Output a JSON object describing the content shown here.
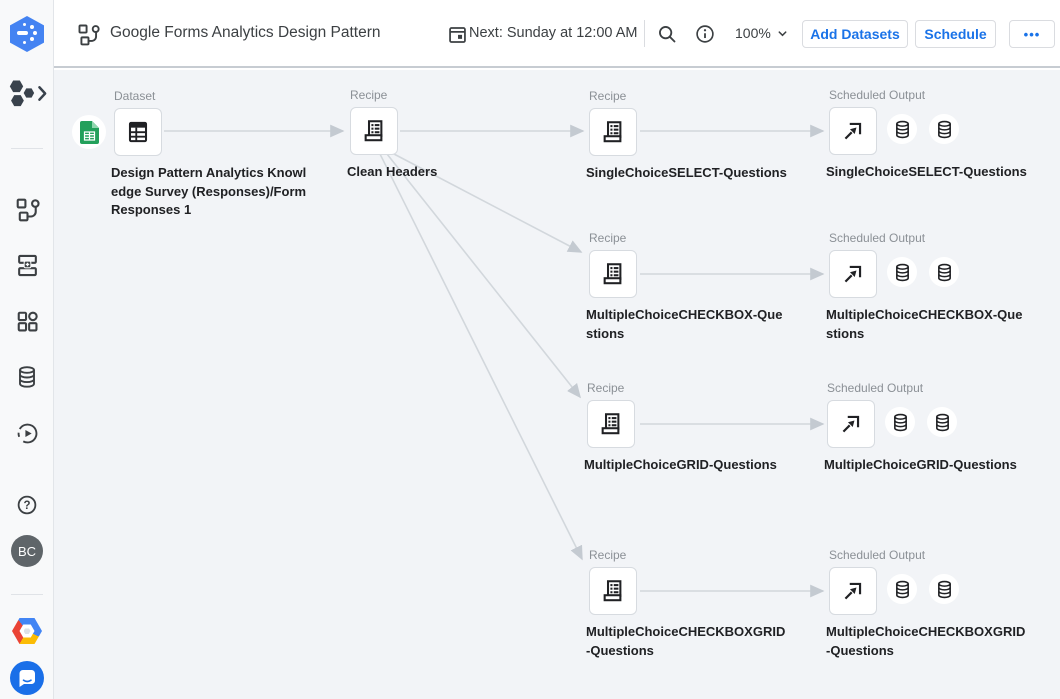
{
  "header": {
    "title": "Google Forms Analytics Design Pattern",
    "next_run": "Next: Sunday at 12:00 AM",
    "zoom_level": "100%",
    "add_datasets": "Add Datasets",
    "schedule": "Schedule",
    "more": "•••"
  },
  "sidebar": {
    "avatar_initials": "BC"
  },
  "labels": {
    "dataset": "Dataset",
    "recipe": "Recipe",
    "scheduled_output": "Scheduled Output"
  },
  "nodes": {
    "dataset": "Design Pattern Analytics Knowl\nedge Survey (Responses)/Form\nResponses 1",
    "clean_headers": "Clean Headers",
    "recipe1": "SingleChoiceSELECT-Questions",
    "output1": "SingleChoiceSELECT-Questions",
    "recipe2": "MultipleChoiceCHECKBOX-Que\nstions",
    "output2": "MultipleChoiceCHECKBOX-Que\nstions",
    "recipe3": "MultipleChoiceGRID-Questions",
    "output3": "MultipleChoiceGRID-Questions",
    "recipe4": "MultipleChoiceCHECKBOXGRID\n-Questions",
    "output4": "MultipleChoiceCHECKBOXGRID\n-Questions"
  },
  "colors": {
    "accent": "#1a73e8",
    "canvas_bg": "#f2f4f7",
    "edge": "#ccd2d8",
    "node_border": "#d7dbe0",
    "sheets_green": "#23a05b"
  }
}
